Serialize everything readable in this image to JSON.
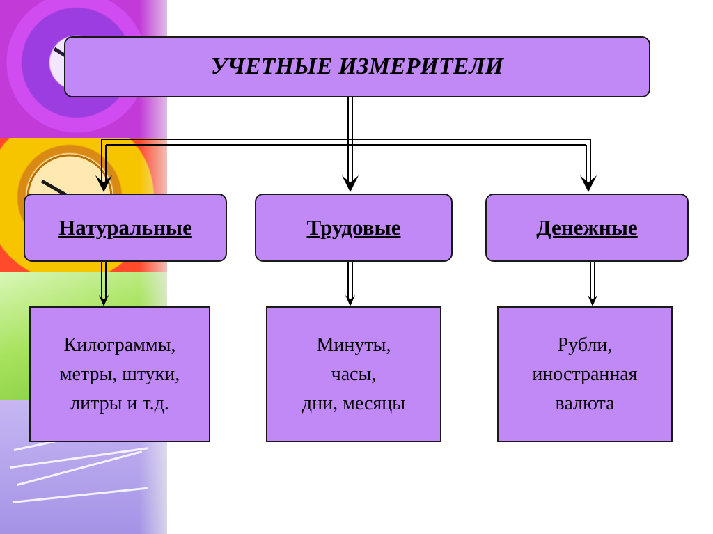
{
  "title": "УЧЕТНЫЕ ИЗМЕРИТЕЛИ",
  "categories": [
    {
      "label": "Натуральные",
      "detail": "Килограммы,\nметры, штуки,\nлитры и т.д."
    },
    {
      "label": "Трудовые",
      "detail": "Минуты,\nчасы,\nдни, месяцы"
    },
    {
      "label": "Денежные",
      "detail": "Рубли,\nиностранная\nвалюта"
    }
  ],
  "colors": {
    "box_fill": "#c189f6",
    "border": "#1a1a1a",
    "text": "#000000"
  },
  "decor": {
    "left_strip": [
      "clock-purple-photo",
      "clock-orange-photo",
      "green-photo",
      "books-photo"
    ]
  }
}
